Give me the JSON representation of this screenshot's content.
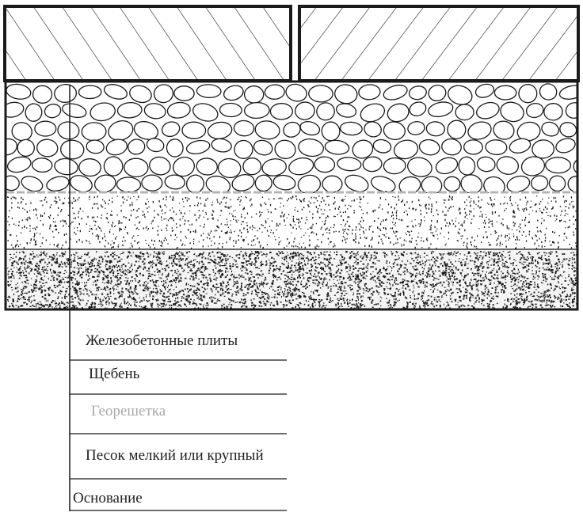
{
  "layers": [
    {
      "id": "slabs",
      "label": "Железобетонные плиты"
    },
    {
      "id": "gravel",
      "label": "Щебень"
    },
    {
      "id": "geogrid",
      "label": "Георешетка"
    },
    {
      "id": "sand",
      "label": "Песок мелкий или крупный"
    },
    {
      "id": "base",
      "label": "Основание"
    }
  ],
  "colors": {
    "ink": "#1a1a1a",
    "geogrid": "#b5b5b5",
    "background": "#ffffff"
  }
}
